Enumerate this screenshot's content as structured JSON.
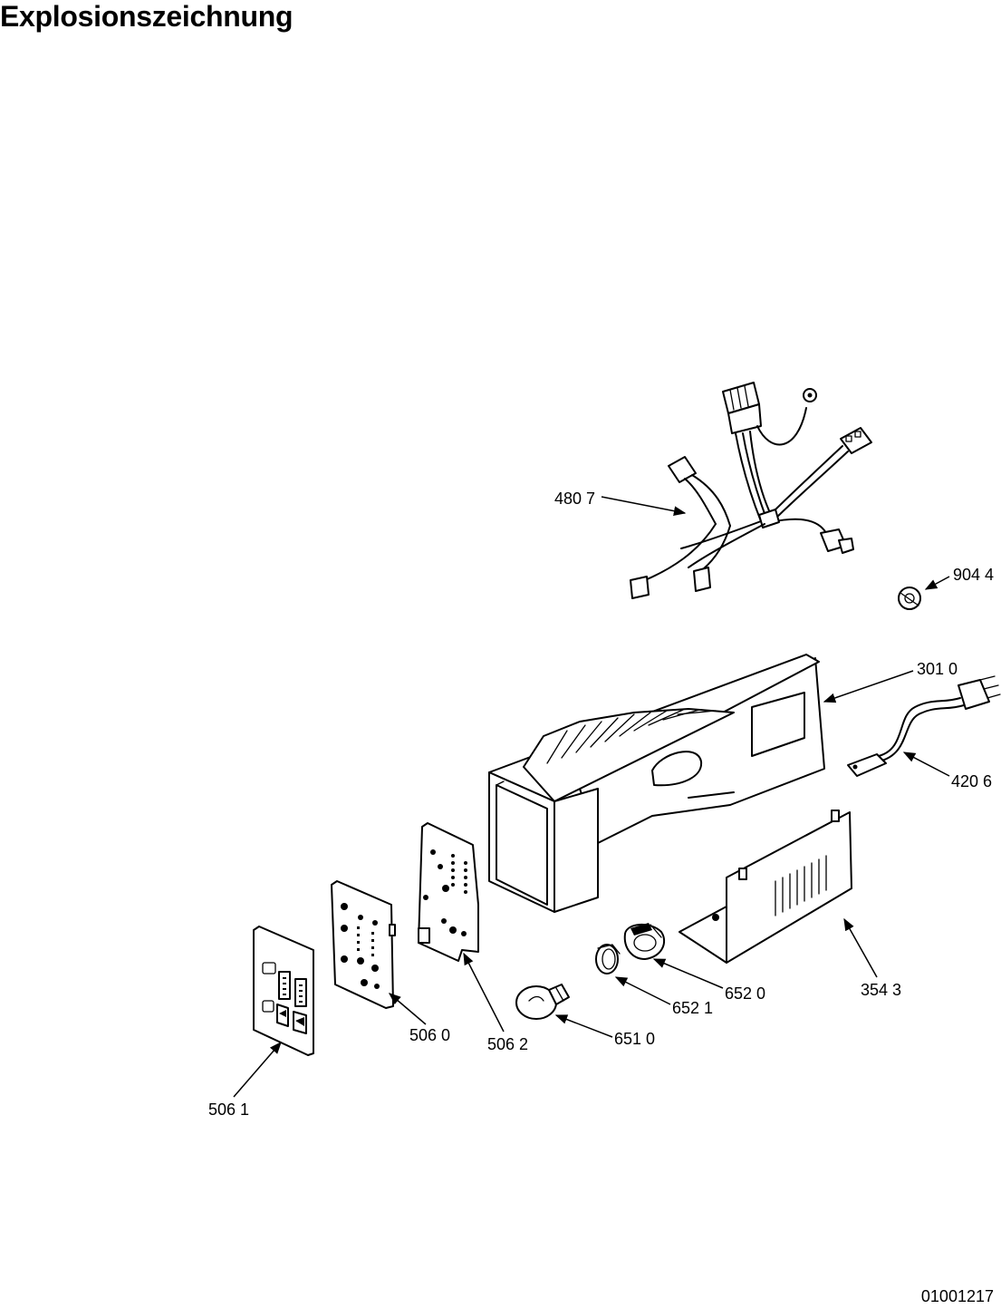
{
  "page": {
    "title": "Explosionszeichnung",
    "drawing_number": "01001217"
  },
  "parts": {
    "wire_harness": "480 7",
    "clip": "904 4",
    "housing": "301 0",
    "sensor_cable": "420 6",
    "cover_plate": "354 3",
    "lamp_holder": "652 0",
    "lamp_ring": "652 1",
    "bulb": "651 0",
    "pcb_rear": "506 2",
    "pcb_front": "506 0",
    "fascia_label": "506 1"
  }
}
